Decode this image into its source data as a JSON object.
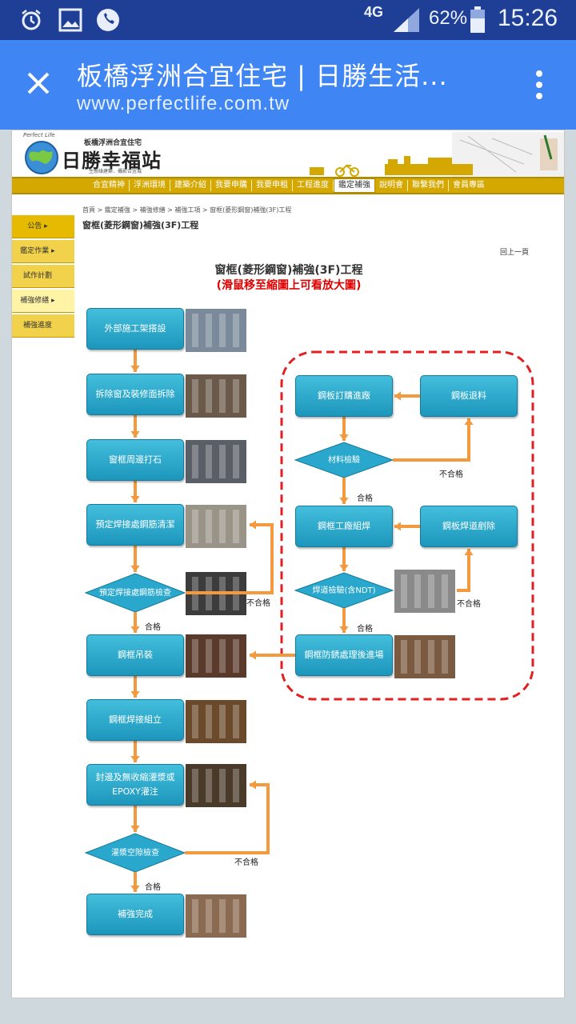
{
  "status_bar": {
    "network": "4G",
    "battery": "62%",
    "time": "15:26",
    "icons": [
      "alarm-icon",
      "image-icon",
      "phone-icon",
      "signal-icon",
      "battery-icon"
    ]
  },
  "app_bar": {
    "title": "板橋浮洲合宜住宅 | 日勝生活...",
    "url": "www.perfectlife.com.tw",
    "icons": [
      "close-icon",
      "more-vert-icon"
    ]
  },
  "banner": {
    "small_caption": "Perfect Life",
    "subtitle": "板橋浮洲合宜住宅",
    "logo_text": "日勝幸福站",
    "tagline": "生態綠建築．攝影合宜城"
  },
  "nav": {
    "items": [
      "合宜精神",
      "浮洲環境",
      "建築介紹",
      "我要申購",
      "我要申租",
      "工程進度",
      "鑑定補強",
      "說明會",
      "聯繫我們",
      "會員專區"
    ],
    "active_index": 6
  },
  "sidebar": {
    "items": [
      {
        "label": "公告 ▸"
      },
      {
        "label": "鑑定作業 ▸"
      },
      {
        "label": "試作計劃"
      },
      {
        "label": "補強修繕 ▸"
      },
      {
        "label": "補強進度"
      }
    ]
  },
  "breadcrumb": "首頁 > 鑑定補強 > 補強修繕 > 補強工項 > 窗框(菱形鋼窗)補強(3F)工程",
  "page_heading": "窗框(菱形鋼窗)補強(3F)工程",
  "back_link": "回上一頁",
  "flow_title": "窗框(菱形鋼窗)補強(3F)工程",
  "flow_subtitle": "(滑鼠移至縮圖上可看放大圖)",
  "flow": {
    "left_steps": [
      "外部施工架搭設",
      "拆除窗及裝修面拆除",
      "窗框周邊打石",
      "預定焊接處鋼筋清潔",
      "預定焊接處鋼筋檢查",
      "鋼框吊裝",
      "鋼框焊接組立",
      "封邊及無收縮灌漿或EPOXY灌注",
      "灌漿空隙檢查",
      "補強完成"
    ],
    "right_steps": [
      "鋼板訂購進廠",
      "鋼板退料",
      "材料檢驗",
      "鋼框工廠組焊",
      "鋼板焊道剷除",
      "焊道檢驗(含NDT)",
      "鋼框防銹處理後進場"
    ],
    "pass_label": "合格",
    "fail_label": "不合格"
  },
  "colors": {
    "status_bar": "#1e3f95",
    "app_bar": "#3f86f4",
    "nav_bar": "#d4a800",
    "box": "#2aa7cc",
    "arrow": "#f39a3f",
    "dashed_border": "#e02020",
    "subtitle_red": "#e00000"
  }
}
